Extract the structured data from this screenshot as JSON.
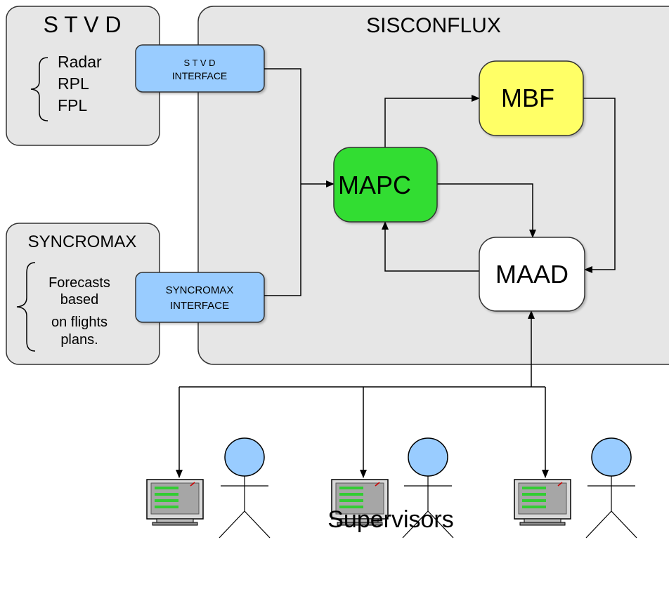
{
  "stvd": {
    "title": "S T V D",
    "sources": [
      "Radar",
      "RPL",
      "FPL"
    ]
  },
  "syncromax": {
    "title": "SYNCROMAX",
    "description": [
      "Forecasts",
      "based",
      "on flights",
      "plans."
    ]
  },
  "sisconflux": {
    "title": "SISCONFLUX"
  },
  "interfaces": {
    "stvd": [
      "S T V D",
      "INTERFACE"
    ],
    "syncromax": [
      "SYNCROMAX",
      "INTERFACE"
    ]
  },
  "modules": {
    "mapc": "MAPC",
    "mbf": "MBF",
    "maad": "MAAD"
  },
  "caption": "Supervisors",
  "colors": {
    "panel": "#e6e6e6",
    "interface": "#99ccff",
    "mapc": "#33dd33",
    "mbf": "#ffff66",
    "maad": "#ffffff",
    "person_head": "#99ccff",
    "monitor_lines": "#33cc33"
  },
  "icons": [
    "brace-icon",
    "workstation-icon",
    "person-icon",
    "arrow-icon"
  ]
}
